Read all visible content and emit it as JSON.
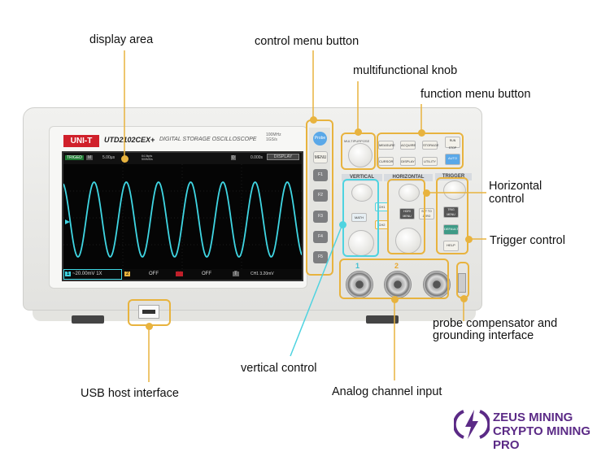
{
  "device": {
    "brand": "UNI-T",
    "model": "UTD2102CEX+",
    "subtitle": "DIGITAL STORAGE OSCILLOSCOPE",
    "spec_1": "100MHz",
    "spec_2": "1GS/s"
  },
  "screen": {
    "status": "TRIGED",
    "mode": "M",
    "timebase": "5.00µs",
    "memory": "64.0kpts 500MS/s",
    "delay_label": "D",
    "delay": "0.000s",
    "menu": "DISPLAY",
    "ch1_scale": "~20.00mV 1X",
    "ch1": "1",
    "ch2": "2",
    "ch2_state": "OFF",
    "math": "M",
    "math_state": "OFF",
    "trigger": "T",
    "trigger_level": "CH1 3.20mV"
  },
  "panel": {
    "probe": "Probe",
    "menu": "MENU",
    "softkeys": [
      "F1",
      "F2",
      "F3",
      "F4",
      "F5"
    ],
    "multipurpose": "MULTIPURPOSE",
    "functions": [
      "MEASURE",
      "ACQUIRE",
      "STORAGE",
      "RUN STOP",
      "CURSOR",
      "DISPLAY",
      "UTILITY",
      "AUTO"
    ],
    "vertical": "VERTICAL",
    "horizontal": "HORIZONTAL",
    "trigger": "TRIGGER",
    "ch1_btn": "CH1",
    "ch2_btn": "CH2",
    "math_btn": "MATH",
    "hori_menu": "HORI MENU",
    "set_zero": "SET TO ZERO",
    "trig_menu": "TRIG MENU",
    "default": "DEFAULT",
    "help": "HELP",
    "input_1": "1",
    "input_2": "2"
  },
  "labels": {
    "display_area": "display area",
    "control_menu_button": "control menu button",
    "multifunctional_knob": "multifunctional knob",
    "function_menu_button": "function menu button",
    "horizontal_control": "Horizontal control",
    "trigger_control": "Trigger control",
    "probe_compensator_1": "probe compensator and",
    "probe_compensator_2": "grounding interface",
    "vertical_control": "vertical control",
    "analog_channel_input": "Analog channel input",
    "usb_host_interface": "USB host interface"
  },
  "watermark": {
    "line1": "ZEUS MINING",
    "line2": "CRYPTO MINING PRO"
  },
  "colors": {
    "accent": "#e8b33e",
    "vertical": "#4ed3e0",
    "brand": "#5b2a86"
  }
}
